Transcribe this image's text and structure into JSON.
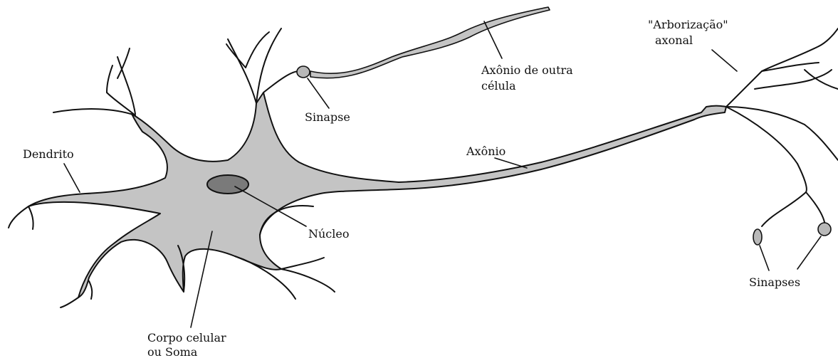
{
  "labels": {
    "dendrite": "Dendrito",
    "synapse": "Sinapse",
    "other_axon_line1": "Axônio de outra",
    "other_axon_line2": "célula",
    "arborization_line1": "\"Arborização\"",
    "arborization_line2": "axonal",
    "axon": "Axônio",
    "nucleus": "Núcleo",
    "cell_body_line1": "Corpo celular",
    "cell_body_line2": "ou Soma",
    "synapses": "Sinapses"
  },
  "colors": {
    "soma_fill": "#c4c4c4",
    "nucleus_fill": "#7a7a7a",
    "synapse_fill": "#b8b8b8",
    "outline": "#111111",
    "background": "#ffffff"
  }
}
